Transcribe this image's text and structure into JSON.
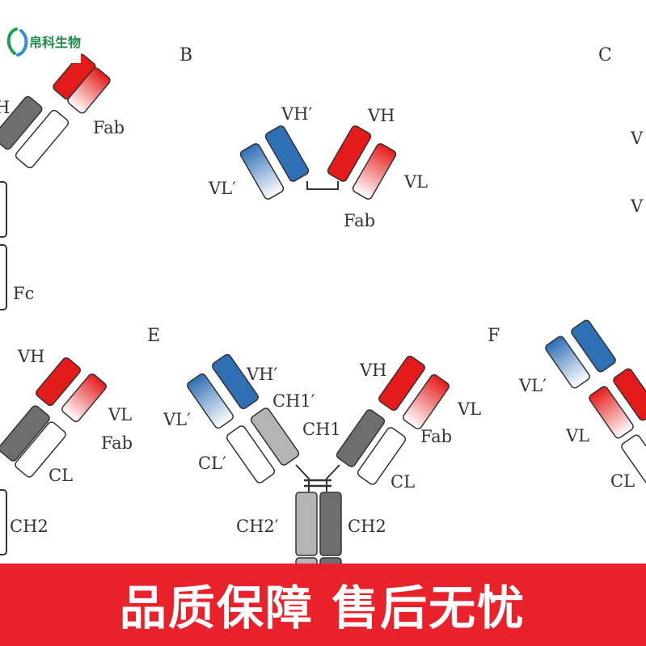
{
  "logo": {
    "text": "帛科生物"
  },
  "panels": {
    "B": "B",
    "C": "C",
    "E": "E",
    "F": "F"
  },
  "labels": {
    "a_fab": "Fab",
    "a_fc": "Fc",
    "a_h": "H",
    "b_vh_prime": "VH′",
    "b_vh": "VH",
    "b_vl_prime": "VL′",
    "b_vl": "VL",
    "b_fab": "Fab",
    "c_v1": "V",
    "c_v2": "V",
    "d_vh": "VH",
    "d_vl": "VL",
    "d_fab": "Fab",
    "d_cl": "CL",
    "d_ch2": "CH2",
    "e_vh_prime": "VH′",
    "e_vl_prime": "VL′",
    "e_ch1_prime": "CH1′",
    "e_ch1": "CH1",
    "e_cl_prime": "CL′",
    "e_vh": "VH",
    "e_vl": "VL",
    "e_fab": "Fab",
    "e_cl": "CL",
    "e_ch2_prime": "CH2′",
    "e_ch2": "CH2",
    "f_vl_prime": "VL′",
    "f_vl": "VL",
    "f_cl": "CL"
  },
  "banner": {
    "text": "品质保障 售后无忧",
    "color": "#e8212a"
  },
  "colors": {
    "red": "#e51a1a",
    "blue": "#2f6fb5",
    "dark_gray": "#6e6e6e",
    "light_gray": "#b4b4b4",
    "outline": "#333333"
  }
}
